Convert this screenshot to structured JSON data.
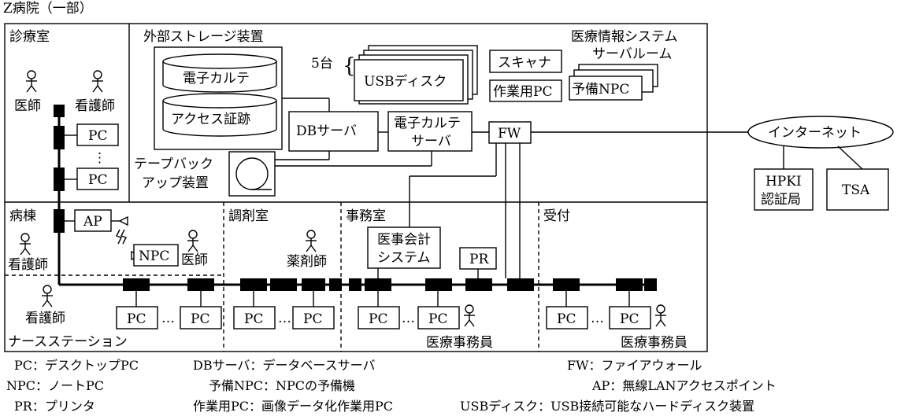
{
  "title": "Z病院（一部）",
  "rooms": {
    "shinryo": "診療室",
    "byoto": "病棟",
    "nurse_station": "ナースステーション",
    "chozai": "調剤室",
    "jimu": "事務室",
    "uketsuke": "受付",
    "server_room_1": "医療情報システム",
    "server_room_2": "サーバルーム"
  },
  "people": {
    "ishi": "医師",
    "kangoshi": "看護師",
    "yakuzaishi": "薬剤師",
    "iryo_jimuin": "医療事務員"
  },
  "storage": {
    "title": "外部ストレージ装置",
    "karte": "電子カルテ",
    "access": "アクセス証跡"
  },
  "devices": {
    "db_server": "DBサーバ",
    "ekarte_1": "電子カルテ",
    "ekarte_2": "サーバ",
    "fw": "FW",
    "tape_1": "テープバック",
    "tape_2": "アップ装置",
    "usb_count": "5台",
    "usb": "USBディスク",
    "scanner": "スキャナ",
    "sagyo_pc": "作業用PC",
    "yobi_npc": "予備NPC",
    "internet": "インターネット",
    "hpki_1": "HPKI",
    "hpki_2": "認証局",
    "tsa": "TSA",
    "pc": "PC",
    "npc": "NPC",
    "ap": "AP",
    "pr": "PR",
    "iji_1": "医事会計",
    "iji_2": "システム",
    "dots": "…",
    "vdots": "⋮"
  },
  "legend": [
    {
      "text": "PC：デスクトップPC"
    },
    {
      "text": "DBサーバ：データベースサーバ"
    },
    {
      "text": "FW：ファイアウォール"
    },
    {
      "text": "NPC：ノートPC"
    },
    {
      "text": "予備NPC：NPCの予備機"
    },
    {
      "text": "AP：無線LANアクセスポイント"
    },
    {
      "text": "PR：プリンタ"
    },
    {
      "text": "作業用PC：画像データ化作業用PC"
    },
    {
      "text": "USBディスク：USB接続可能なハードディスク装置"
    }
  ]
}
